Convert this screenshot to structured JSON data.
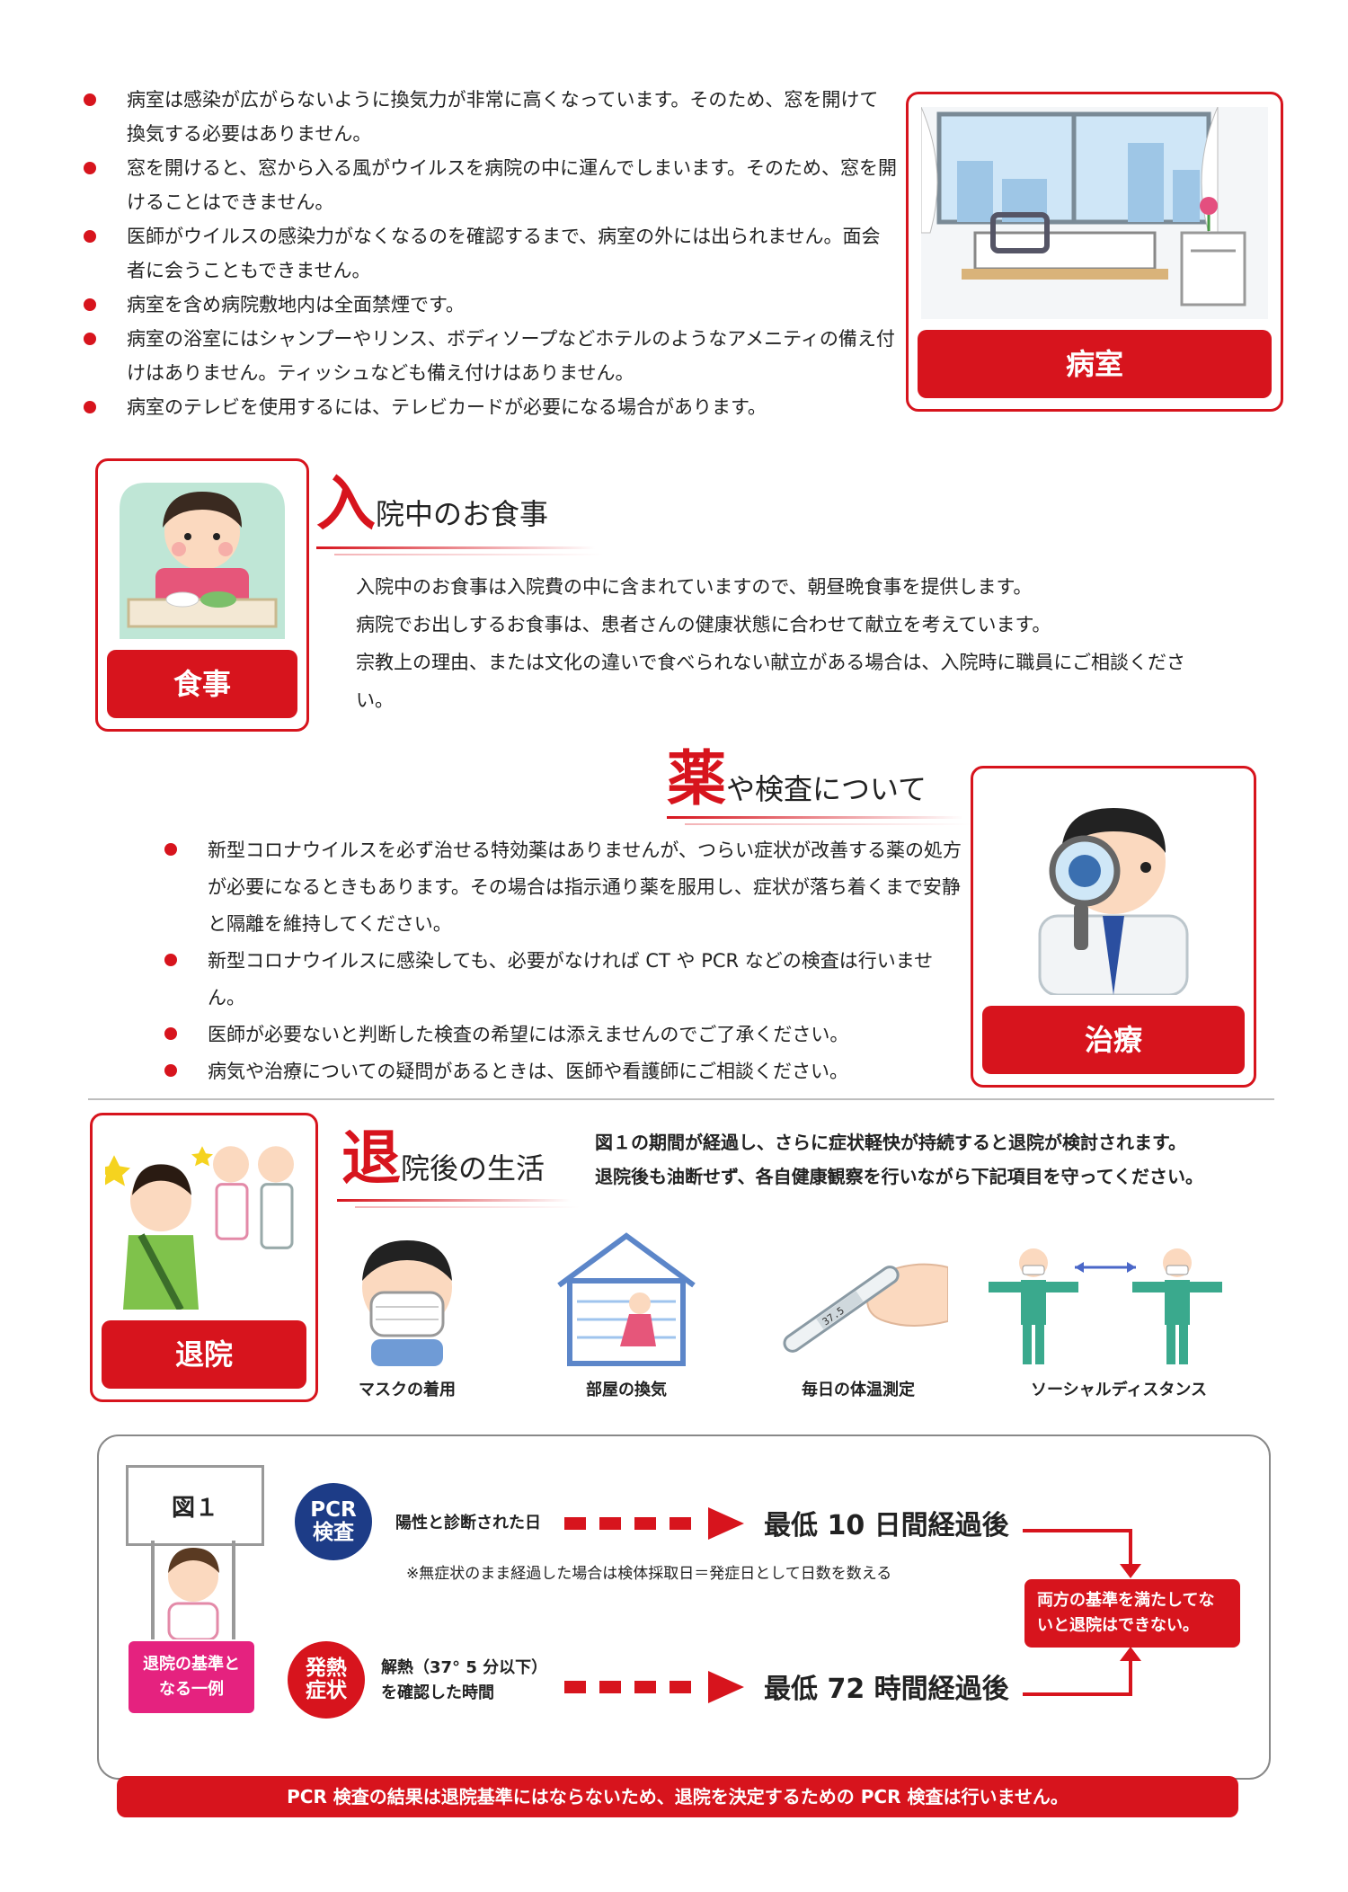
{
  "room": {
    "items": [
      "病室は感染が広がらないように換気力が非常に高くなっています。そのため、窓を開けて換気する必要はありません。",
      "窓を開けると、窓から入る風がウイルスを病院の中に運んでしまいます。そのため、窓を開けることはできません。",
      "医師がウイルスの感染力がなくなるのを確認するまで、病室の外には出られません。面会者に会うこともできません。",
      "病室を含め病院敷地内は全面禁煙です。",
      "病室の浴室にはシャンプーやリンス、ボディソープなどホテルのようなアメニティの備え付けはありません。ティッシュなども備え付けはありません。",
      "病室のテレビを使用するには、テレビカードが必要になる場合があります。"
    ],
    "card_label": "病室"
  },
  "meal": {
    "card_label": "食事",
    "head_big": "入",
    "head_small": "院中のお食事",
    "paragraphs": [
      "入院中のお食事は入院費の中に含まれていますので、朝昼晩食事を提供します。",
      "病院でお出しするお食事は、患者さんの健康状態に合わせて献立を考えています。",
      "宗教上の理由、または文化の違いで食べられない献立がある場合は、入院時に職員にご相談ください。"
    ]
  },
  "medicine": {
    "head_big": "薬",
    "head_small": "や検査について",
    "card_label": "治療",
    "items": [
      "新型コロナウイルスを必ず治せる特効薬はありませんが、つらい症状が改善する薬の処方が必要になるときもあります。その場合は指示通り薬を服用し、症状が落ち着くまで安静と隔離を維持してください。",
      "新型コロナウイルスに感染しても、必要がなければ CT や PCR などの検査は行いません。",
      "医師が必要ないと判断した検査の希望には添えませんのでご了承ください。",
      "病気や治療についての疑問があるときは、医師や看護師にご相談ください。"
    ]
  },
  "discharge": {
    "card_label": "退院",
    "head_big": "退",
    "head_small": "院後の生活",
    "note_line1": "図１の期間が経過し、さらに症状軽快が持続すると退院が検討されます。",
    "note_line2": "退院後も油断せず、各自健康観察を行いながら下記項目を守ってください。",
    "icons": [
      "マスクの着用",
      "部屋の換気",
      "毎日の体温測定",
      "ソーシャルディスタンス"
    ],
    "thermometer_reading": "37.5"
  },
  "figure": {
    "sign": "図１",
    "tag": "退院の基準となる一例",
    "pcr_circle": "PCR検査",
    "pcr_condition": "陽性と診断された日",
    "pcr_result": "最低 10 日間経過後",
    "pcr_note": "※無症状のまま経過した場合は検体採取日＝発症日として日数を数える",
    "fever_circle": "発熱症状",
    "fever_condition_line1": "解熱（37° 5 分以下）",
    "fever_condition_line2": "を確認した時間",
    "fever_result": "最低 72 時間経過後",
    "both_box": "両方の基準を満たしてないと退院はできない。",
    "footer": "PCR 検査の結果は退院基準にはならないため、退院を決定するための PCR 検査は行いません。",
    "colors": {
      "red": "#d7141d",
      "navy": "#1d3c87",
      "pink": "#e5227f"
    }
  }
}
